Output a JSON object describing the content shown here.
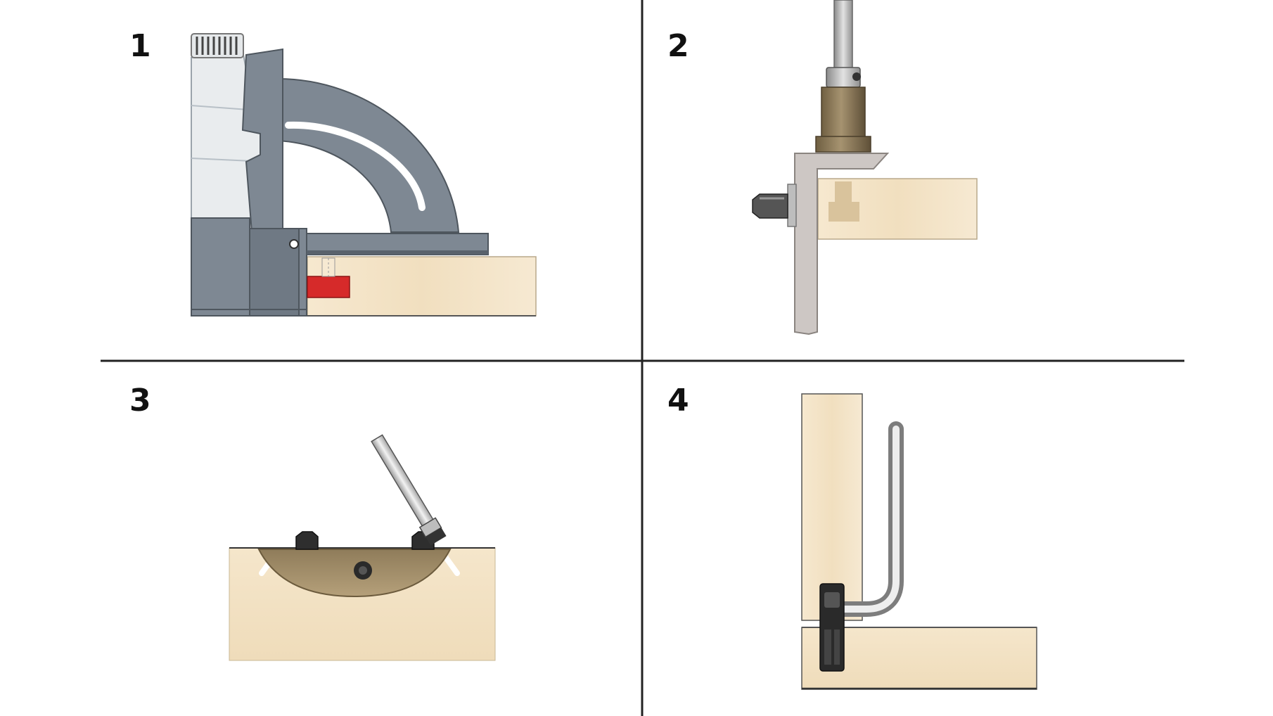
{
  "panels": [
    {
      "number": "1"
    },
    {
      "number": "2"
    },
    {
      "number": "3"
    },
    {
      "number": "4"
    }
  ],
  "colors": {
    "divider": "#222222",
    "wood": "#f3e3c6",
    "wood_shade": "#e8d3ad",
    "tool_grey": "#7e8893",
    "tool_grey_dark": "#59626c",
    "tool_white": "#e9ecee",
    "biscuit_red": "#d62a2a",
    "brass": "#8d7a58",
    "steel": "#c7c7c7",
    "black_fitting": "#2a2a2a"
  }
}
